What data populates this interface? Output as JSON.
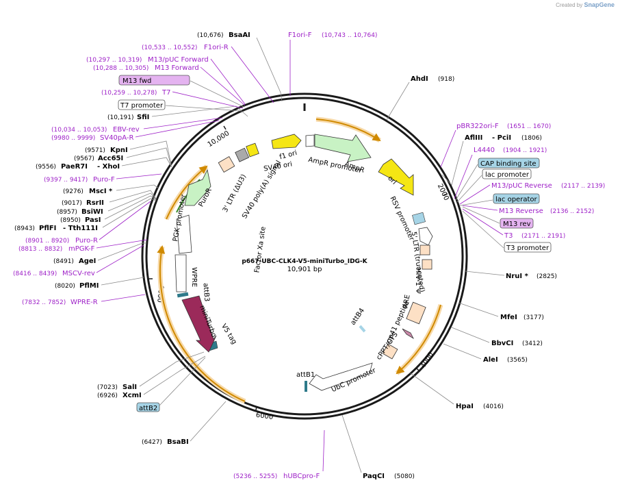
{
  "credit": {
    "created_by": "Created by",
    "brand": "SnapGene"
  },
  "center": {
    "name": "p667-UBC-CLK4-V5-miniTurbo_IDG-K",
    "size": "10,901 bp"
  },
  "ticks": [
    {
      "text": "10,000"
    },
    {
      "text": "2000"
    },
    {
      "text": "4000"
    },
    {
      "text": "6000"
    },
    {
      "text": "8000"
    }
  ],
  "sites_left": [
    {
      "coord": "(10,676)",
      "name": "BsaAI"
    },
    {
      "coord": "(10,191)",
      "name": "SfiI"
    },
    {
      "coord": "(9571)",
      "name": "KpnI"
    },
    {
      "coord": "(9567)",
      "name": "Acc65I"
    },
    {
      "coord": "(9556)",
      "name": "PaeR7I",
      "name2": "- XhoI"
    },
    {
      "coord": "(9276)",
      "name": "MscI *"
    },
    {
      "coord": "(9017)",
      "name": "RsrII"
    },
    {
      "coord": "(8957)",
      "name": "BsiWI"
    },
    {
      "coord": "(8950)",
      "name": "PasI"
    },
    {
      "coord": "(8943)",
      "name": "PflFI",
      "name2": "- Tth111I"
    },
    {
      "coord": "(8491)",
      "name": "AgeI"
    },
    {
      "coord": "(8020)",
      "name": "PflMI"
    },
    {
      "coord": "(7023)",
      "name": "SalI"
    },
    {
      "coord": "(6926)",
      "name": "XcmI"
    },
    {
      "coord": "(6427)",
      "name": "BsaBI"
    }
  ],
  "sites_right": [
    {
      "name": "AhdI",
      "coord": "(918)"
    },
    {
      "name": "AflIII",
      "name2": "- PciI",
      "coord": "(1806)"
    },
    {
      "name": "NruI *",
      "coord": "(2825)"
    },
    {
      "name": "MfeI",
      "coord": "(3177)"
    },
    {
      "name": "BbvCI",
      "coord": "(3412)"
    },
    {
      "name": "AleI",
      "coord": "(3565)"
    },
    {
      "name": "HpaI",
      "coord": "(4016)"
    },
    {
      "name": "PaqCI",
      "coord": "(5080)"
    }
  ],
  "primers_left": [
    {
      "coord": "(10,533 .. 10,552)",
      "name": "F1ori-R"
    },
    {
      "coord": "(10,297 .. 10,319)",
      "name": "M13/pUC Forward"
    },
    {
      "coord": "(10,288 .. 10,305)",
      "name": "M13 Forward"
    },
    {
      "coord": "(10,259 .. 10,278)",
      "name": "T7"
    },
    {
      "coord": "(10,034 .. 10,053)",
      "name": "EBV-rev"
    },
    {
      "coord": "(9980 .. 9999)",
      "name": "SV40pA-R"
    },
    {
      "coord": "(9397 .. 9417)",
      "name": "Puro-F"
    },
    {
      "coord": "(8901 .. 8920)",
      "name": "Puro-R"
    },
    {
      "coord": "(8813 .. 8832)",
      "name": "mPGK-F"
    },
    {
      "coord": "(8416 .. 8439)",
      "name": "MSCV-rev"
    },
    {
      "coord": "(7832 .. 7852)",
      "name": "WPRE-R"
    },
    {
      "coord": "(5236 .. 5255)",
      "name": "hUBCpro-F"
    }
  ],
  "primers_right": [
    {
      "name": "F1ori-F",
      "coord": "(10,743 .. 10,764)"
    },
    {
      "name": "pBR322ori-F",
      "coord": "(1651 .. 1670)"
    },
    {
      "name": "L4440",
      "coord": "(1904 .. 1921)"
    },
    {
      "name": "M13/pUC Reverse",
      "coord": "(2117 .. 2139)"
    },
    {
      "name": "M13 Reverse",
      "coord": "(2136 .. 2152)"
    },
    {
      "name": "T3",
      "coord": "(2171 .. 2191)"
    }
  ],
  "boxed_labels": {
    "m13_fwd": "M13 fwd",
    "t7_promoter": "T7 promoter",
    "cap_site": "CAP binding site",
    "lac_promoter": "lac promoter",
    "lac_operator": "lac operator",
    "m13_rev": "M13 rev",
    "t3_promoter": "T3 promoter",
    "attb2": "attB2"
  },
  "features": {
    "f1_ori": "f1 ori",
    "sv40_ori": "SV40 ori",
    "ampr_promoter": "AmpR promoter",
    "ampr": "AmpR",
    "ori": "ori",
    "rsv_promoter": "RSV promoter",
    "ltr5": "5' LTR (truncated)",
    "hiv_psi": "HIV-1 Ψ",
    "rre": "RRE",
    "gp41": "gp41 peptide",
    "cppt": "cPPT/CTS",
    "attb4": "attB4",
    "ubc_promoter": "UbC promoter",
    "attb1": "attB1",
    "v5_tag": "V5 tag",
    "miniturbo": "miniTurbo",
    "attb3": "attB3",
    "wpre": "WPRE",
    "pgk_promoter": "PGK promoter",
    "puror": "PuroR",
    "ltr3": "3' LTR (ΔU3)",
    "sv40_polya": "SV40 poly(A) signal",
    "factor_xa": "Factor Xa site"
  },
  "colors": {
    "backbone": "#1a1a1a",
    "primer": "#9d1fc7",
    "orange_arrow": "#f5a623",
    "cds_green": "#c8f2c4",
    "ori_yellow": "#f5e614",
    "misc_peach": "#fde0c5",
    "miniturbo": "#9b2a5a",
    "protein_bind_blue": "#a6d4e6"
  }
}
